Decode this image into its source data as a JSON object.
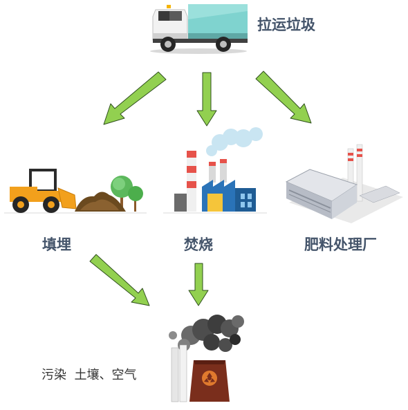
{
  "nodes": {
    "source": {
      "label": "拉运垃圾",
      "icon": "garbage-truck-icon"
    },
    "landfill": {
      "label": "填埋",
      "icon": "bulldozer-soil-icon"
    },
    "incineration": {
      "label": "焚烧",
      "icon": "incineration-plant-icon"
    },
    "fertilizer": {
      "label": "肥料处理厂",
      "icon": "fertilizer-factory-icon"
    },
    "pollution": {
      "label": "污染  土壤、空气",
      "icon": "polluting-smokestack-icon"
    }
  },
  "edges": [
    {
      "from": "source",
      "to": "landfill"
    },
    {
      "from": "source",
      "to": "incineration"
    },
    {
      "from": "source",
      "to": "fertilizer"
    },
    {
      "from": "landfill",
      "to": "pollution"
    },
    {
      "from": "incineration",
      "to": "pollution"
    }
  ],
  "colors": {
    "arrow_fill": "#92d050",
    "arrow_stroke": "#2f4f1e",
    "label_text": "#44546a",
    "pollution_text": "#333333"
  }
}
